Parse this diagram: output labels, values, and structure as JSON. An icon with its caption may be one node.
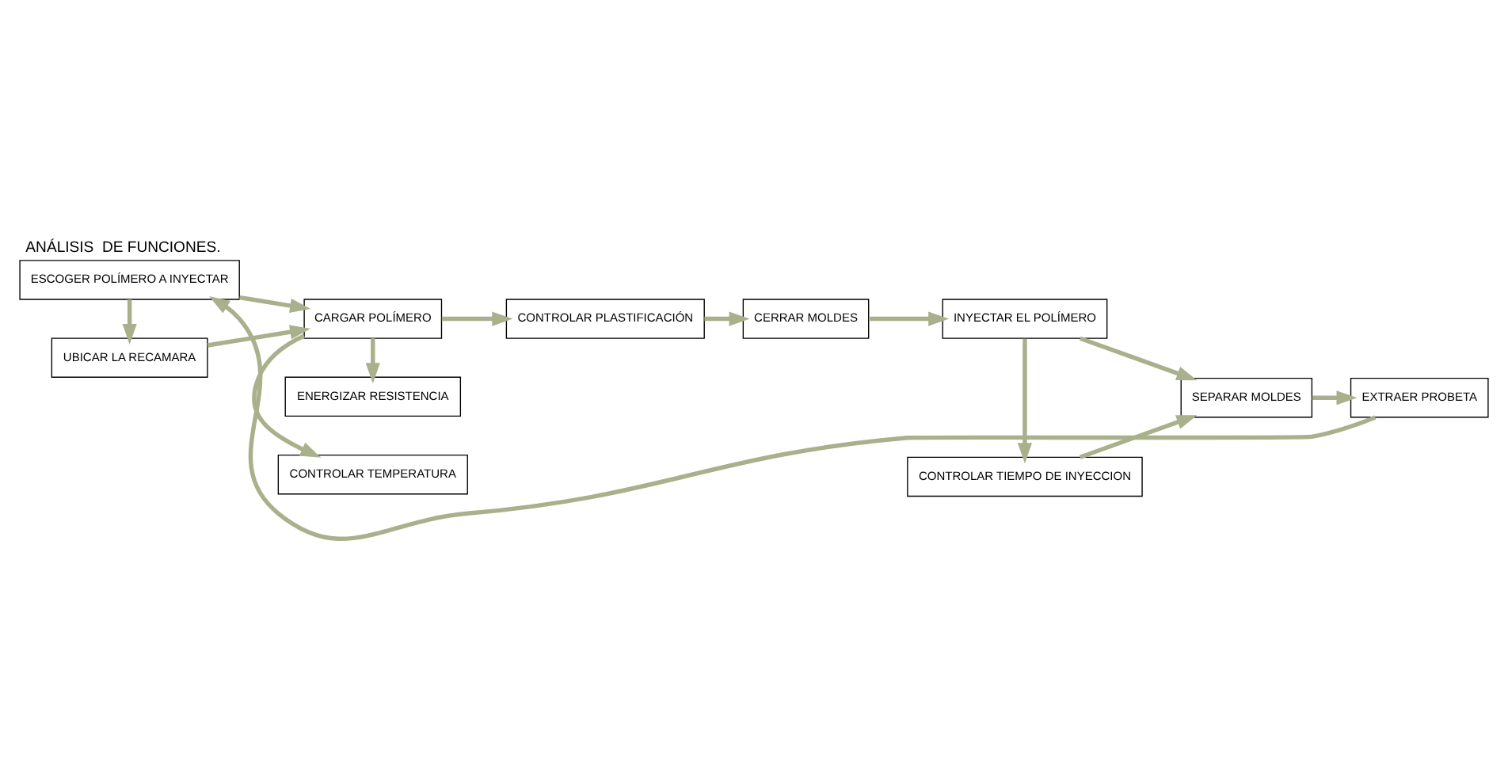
{
  "diagram": {
    "title": "ANÁLISIS  DE FUNCIONES.",
    "nodes": [
      {
        "text": [
          "UBICAR LA RECAMARA"
        ]
      },
      {
        "text": [
          "CONTROLAR TEMPERATURA"
        ]
      },
      {
        "text": [
          "CONTROLAR TIEMPO DE INYECCION"
        ]
      },
      {
        "text": [
          "ESCOGER POLÍMERO A INYECTAR"
        ]
      },
      {
        "text": [
          "CARGAR POLÍMERO"
        ]
      },
      {
        "text": [
          "CONTROLAR PLASTIFICACIÓN"
        ]
      },
      {
        "text": [
          "CERRAR MOLDES"
        ]
      },
      {
        "text": [
          "INYECTAR EL POLÍMERO"
        ]
      },
      {
        "text": [
          "SEPARAR MOLDES"
        ]
      },
      {
        "text": [
          "EXTRAER PROBETA"
        ]
      },
      {
        "text": [
          "ENERGIZAR RESISTENCIA"
        ]
      }
    ],
    "edges": [
      {
        "from": 3,
        "to": 0,
        "arrow": "to"
      },
      {
        "from": 0,
        "to": 4,
        "arrow": "to"
      },
      {
        "from": 3,
        "to": 4,
        "arrow": "to"
      },
      {
        "from": 4,
        "to": 1,
        "arrow": "to"
      },
      {
        "from": 4,
        "to": 10,
        "arrow": "to"
      },
      {
        "from": 4,
        "to": 5,
        "arrow": "to"
      },
      {
        "from": 5,
        "to": 6,
        "arrow": "to"
      },
      {
        "from": 6,
        "to": 7,
        "arrow": "to"
      },
      {
        "from": 7,
        "to": 2,
        "arrow": "to"
      },
      {
        "from": 7,
        "to": 8,
        "arrow": "to"
      },
      {
        "from": 2,
        "to": 8,
        "arrow": "to"
      },
      {
        "from": 8,
        "to": 9,
        "arrow": "to"
      },
      {
        "from": 9,
        "to": 3,
        "arrow": "to"
      }
    ]
  }
}
